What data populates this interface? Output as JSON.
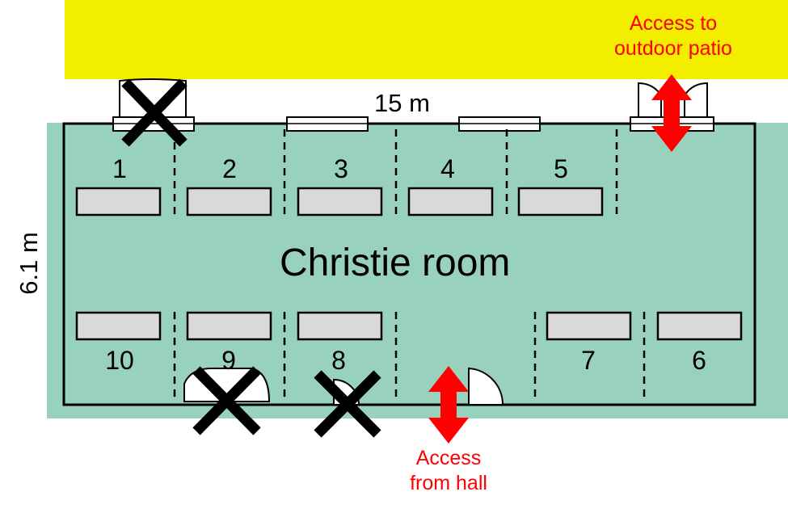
{
  "dimensions": {
    "width": "15 m",
    "height": "6.1 m"
  },
  "room_name": "Christie room",
  "access": {
    "patio": [
      "Access to",
      "outdoor patio"
    ],
    "hall": [
      "Access",
      "from hall"
    ]
  },
  "booths_top": [
    "1",
    "2",
    "3",
    "4",
    "5"
  ],
  "booths_bottom": [
    "10",
    "9",
    "8",
    "7",
    "6"
  ],
  "colors": {
    "room": "#98d2bd",
    "patio": "#f3ed00",
    "table": "#d9d9d9",
    "arrow": "#ff0000",
    "mark": "#000000"
  }
}
